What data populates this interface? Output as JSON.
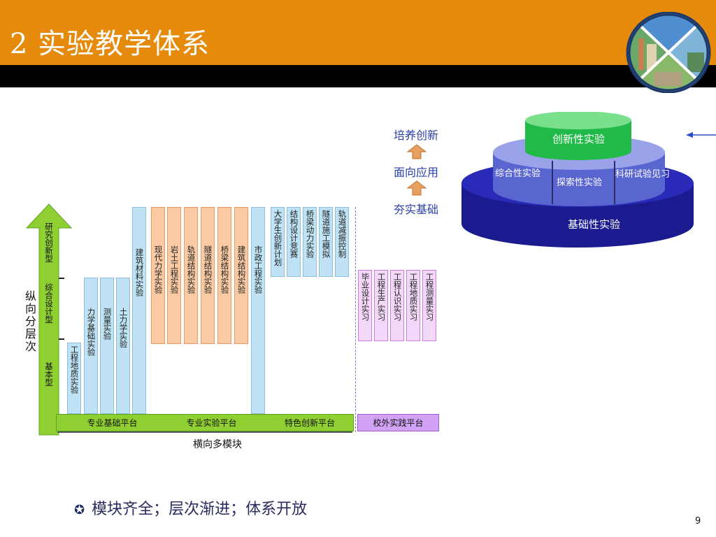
{
  "slide": {
    "title": "2 实验教学体系",
    "bullet_icon": "star-bullet-icon",
    "bullet_text": "模块齐全；层次渐进；体系开放",
    "page_number": "9"
  },
  "pyramid": {
    "steps": [
      "培养创新",
      "面向应用",
      "夯实基础"
    ],
    "top": "创新性实验",
    "middle": [
      "综合性实验",
      "探索性实验",
      "科研试验见习"
    ],
    "base": "基础性实验",
    "colors": {
      "top": "#22c24c",
      "middle": "#6d7ae0",
      "base": "#1d1d9e",
      "step_arrow": "#e8a060"
    }
  },
  "diagram": {
    "vertical_axis_label": "纵向分层次",
    "horizontal_axis_label": "横向多模块",
    "levels": [
      "研究创新型",
      "综合设计型",
      "基本型"
    ],
    "columns_basic": [
      "工程地质实验",
      "力学基础实验",
      "测量实验",
      "土力学实验",
      "建筑材料实验"
    ],
    "columns_professional": [
      "现代力学实验",
      "岩土工程实验",
      "轨道结构实验",
      "隧道结构实验",
      "桥梁结构实验",
      "建筑结构实验",
      "市政工程实验"
    ],
    "columns_innovation": [
      "大学生创新计划",
      "结构设计竞赛",
      "桥梁动力实验",
      "隧道施工模拟",
      "轨道减振控制"
    ],
    "columns_practice": [
      "毕业设计实习",
      "工程生产实习",
      "工程认识实习",
      "工程地质实习",
      "工程测量实习"
    ],
    "platforms": [
      "专业基础平台",
      "专业实验平台",
      "特色创新平台",
      "校外实践平台"
    ],
    "colors": {
      "blue": "#bfe3f5",
      "orange": "#f9caa4",
      "lilac": "#f3d8fa",
      "green": "#8fcf32",
      "purple": "#d2a2f4"
    }
  }
}
